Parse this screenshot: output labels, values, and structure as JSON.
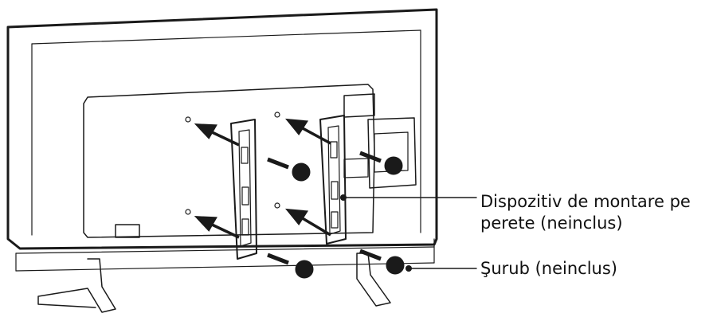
{
  "labels": {
    "bracket_line1": "Dispozitiv de montare pe",
    "bracket_line2": "perete (neinclus)",
    "screw": "Şurub (neinclus)"
  },
  "colors": {
    "line": "#1a1a1a",
    "panel": "#ffffff",
    "background": "#ffffff"
  }
}
